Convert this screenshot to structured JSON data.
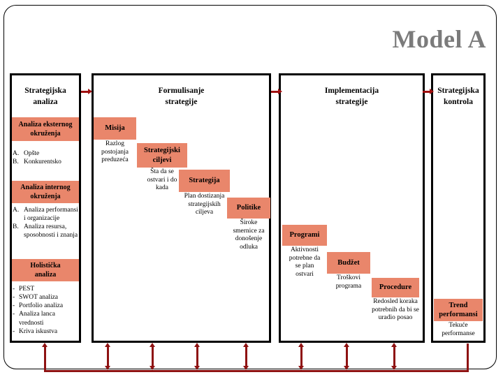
{
  "title": "Model A",
  "accent_orange": "#e9866b",
  "arrow_red": "#a00f0f",
  "feedback_red": "#8e1212",
  "title_color": "#7b7b7b",
  "phases": [
    {
      "name": "strategijska-analiza",
      "label": "Strategijska\nanaliza"
    },
    {
      "name": "formulisanje-strategije",
      "label": "Formulisanje\nstrategije"
    },
    {
      "name": "implementacija-strategije",
      "label": "Implementacija\nstrategije"
    },
    {
      "name": "strategijska-kontrola",
      "label": "Strategijska\nkontrola"
    }
  ],
  "phase_labels": {
    "p1_line1": "Strategijska",
    "p1_line2": "analiza",
    "p2_line1": "Formulisanje",
    "p2_line2": "strategije",
    "p3_line1": "Implementacija",
    "p3_line2": "strategije",
    "p4_line1": "Strategijska",
    "p4_line2": "kontrola"
  },
  "analysis_column": {
    "section1": {
      "band_line1": "Analiza eksternog",
      "band_line2": "okruženja",
      "items": [
        {
          "marker": "A.",
          "text": "Opšte"
        },
        {
          "marker": "B.",
          "text": "Konkurentsko"
        }
      ]
    },
    "section2": {
      "band_line1": "Analiza internog",
      "band_line2": "okruženja",
      "items": [
        {
          "marker": "A.",
          "text": "Analiza performansi i organizacije"
        },
        {
          "marker": "B.",
          "text": "Analiza resursa, sposobnosti i znanja"
        }
      ]
    },
    "section3": {
      "band_line1": "Holistička",
      "band_line2": "analiza",
      "items": [
        {
          "marker": "-",
          "text": "PEST"
        },
        {
          "marker": "-",
          "text": "SWOT analiza"
        },
        {
          "marker": "-",
          "text": "Portfolio analiza"
        },
        {
          "marker": "-",
          "text": "Analiza lanca vrednosti"
        },
        {
          "marker": "-",
          "text": "Kriva iskustva"
        }
      ]
    }
  },
  "formulation_steps": [
    {
      "name": "misija",
      "cap": "Misija",
      "sub": "Razlog\npostojanja\npreduzeća"
    },
    {
      "name": "strategijski-ciljevi",
      "cap": "Strategijski\nciljevi",
      "sub": "Šta da se\nostvari i do\nkada"
    },
    {
      "name": "strategija",
      "cap": "Strategija",
      "sub": "Plan dostizanja\nstrategijskih\nciljeva"
    },
    {
      "name": "politike",
      "cap": "Politike",
      "sub": "Široke\nsmernice za\ndonošenje\nodluka"
    }
  ],
  "implementation_steps": [
    {
      "name": "programi",
      "cap": "Programi",
      "sub": "Aktivnosti\npotrebne da\nse plan\nostvari"
    },
    {
      "name": "budzet",
      "cap": "Budžet",
      "sub": "Troškovi\nprograma"
    },
    {
      "name": "procedure",
      "cap": "Procedure",
      "sub": "Redosled koraka\npotrebnih da bi se\nuradio posao"
    }
  ],
  "control_step": {
    "name": "trend-performansi",
    "cap": "Trend\nperformansi",
    "sub": "Tekuće\nperformanse"
  },
  "step_text": {
    "f1_cap": "Misija",
    "f1_s1": "Razlog",
    "f1_s2": "postojanja",
    "f1_s3": "preduzeća",
    "f2_cap1": "Strategijski",
    "f2_cap2": "ciljevi",
    "f2_s1": "Šta da se",
    "f2_s2": "ostvari i do",
    "f2_s3": "kada",
    "f3_cap": "Strategija",
    "f3_s1": "Plan dostizanja",
    "f3_s2": "strategijskih",
    "f3_s3": "ciljeva",
    "f4_cap": "Politike",
    "f4_s1": "Široke",
    "f4_s2": "smernice za",
    "f4_s3": "donošenje",
    "f4_s4": "odluka",
    "i1_cap": "Programi",
    "i1_s1": "Aktivnosti",
    "i1_s2": "potrebne da",
    "i1_s3": "se plan",
    "i1_s4": "ostvari",
    "i2_cap": "Budžet",
    "i2_s1": "Troškovi",
    "i2_s2": "programa",
    "i3_cap": "Procedure",
    "i3_s1": "Redosled koraka",
    "i3_s2": "potrebnih da bi se",
    "i3_s3": "uradio posao",
    "c1_cap1": "Trend",
    "c1_cap2": "performansi",
    "c1_s1": "Tekuće",
    "c1_s2": "performanse"
  },
  "analysis_text": {
    "b1l1": "Analiza eksternog",
    "b1l2": "okruženja",
    "a1m": "A.",
    "a1t": "Opšte",
    "a2m": "B.",
    "a2t": "Konkurentsko",
    "b2l1": "Analiza internog",
    "b2l2": "okruženja",
    "b1m": "A.",
    "b1t": "Analiza performansi i organizacije",
    "b2m": "B.",
    "b2t": "Analiza resursa, sposobnosti i znanja",
    "b3l1": "Holistička",
    "b3l2": "analiza",
    "c1m": "-",
    "c1t": "PEST",
    "c2m": "-",
    "c2t": "SWOT analiza",
    "c3m": "-",
    "c3t": "Portfolio analiza",
    "c4m": "-",
    "c4t": "Analiza lanca vrednosti",
    "c5m": "-",
    "c5t": "Kriva iskustva"
  }
}
